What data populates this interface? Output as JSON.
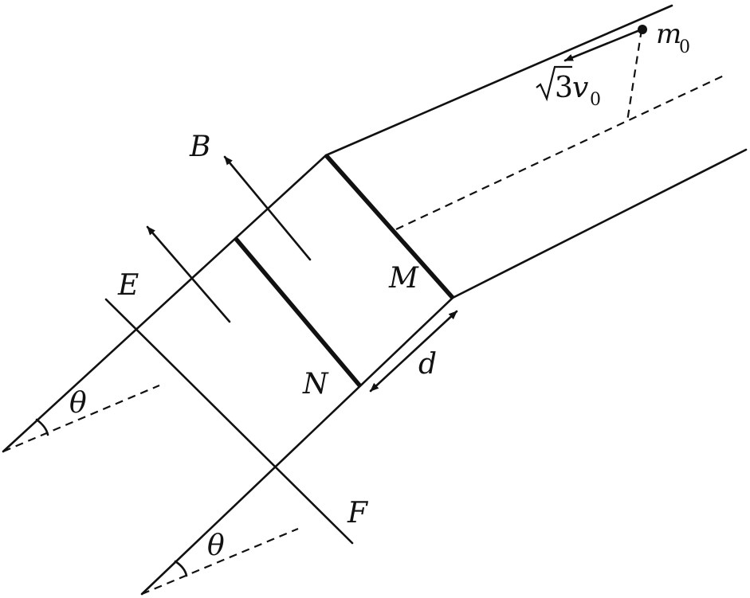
{
  "colors": {
    "ink": "#111111",
    "background": "#ffffff"
  },
  "labels": {
    "mass": "m",
    "mass_subscript": "0",
    "speed_coefficient": "3",
    "speed_symbol": "v",
    "speed_subscript": "0",
    "field_B": "B",
    "field_E": "E",
    "label_F": "F",
    "rod_M": "M",
    "rod_N": "N",
    "spacing": "d",
    "angle_upper": "θ",
    "angle_lower": "θ"
  },
  "icons": {
    "sqrt": "square-root-sign",
    "arrows": "arrowhead"
  }
}
